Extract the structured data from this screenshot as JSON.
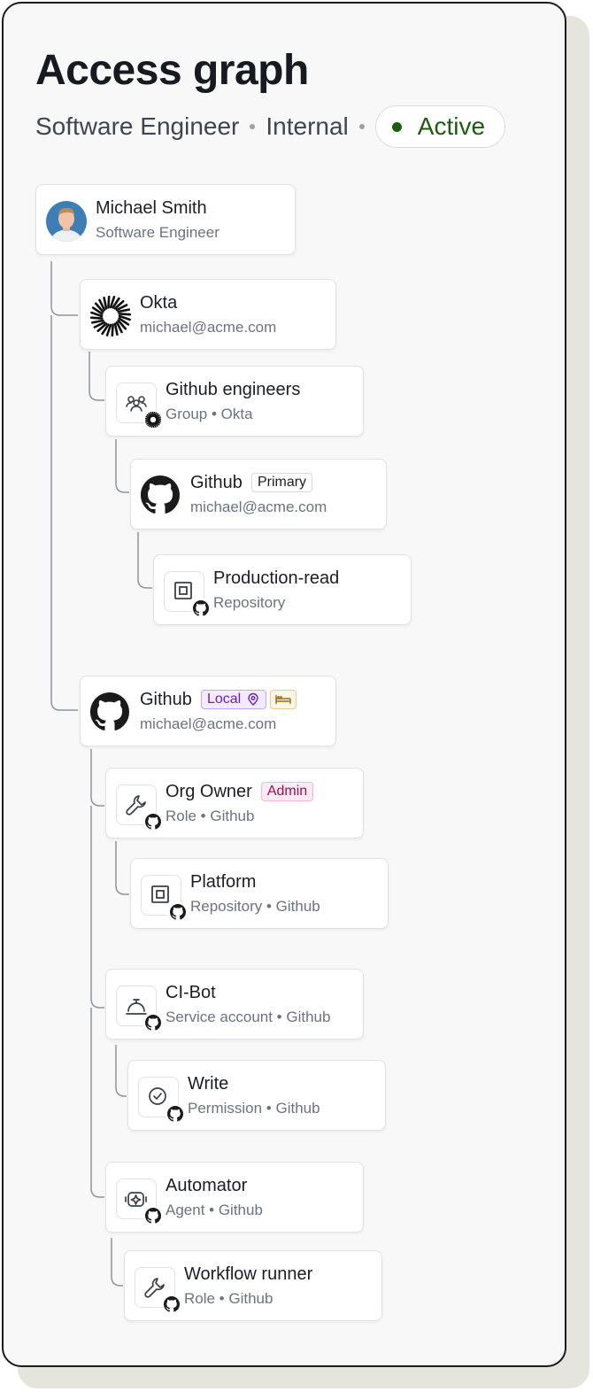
{
  "header": {
    "title": "Access graph",
    "role": "Software Engineer",
    "type": "Internal",
    "status": "Active"
  },
  "colors": {
    "status": "#1f5a12",
    "connector": "#8d949d",
    "local_tag": "#6a1fb8",
    "admin_tag": "#9a1050"
  },
  "nodes": {
    "user": {
      "name": "Michael Smith",
      "sub": "Software Engineer",
      "icon": "avatar"
    },
    "okta": {
      "name": "Okta",
      "sub": "michael@acme.com",
      "icon": "okta-logo-icon"
    },
    "group": {
      "name": "Github engineers",
      "sub": "Group • Okta",
      "icon": "people-group-icon"
    },
    "github1": {
      "name": "Github",
      "tag": "Primary",
      "sub": "michael@acme.com",
      "icon": "github-logo-icon"
    },
    "prodread": {
      "name": "Production-read",
      "sub": "Repository",
      "icon": "repository-icon"
    },
    "github2": {
      "name": "Github",
      "tag": "Local",
      "sub": "michael@acme.com",
      "icon": "github-logo-icon"
    },
    "orgowner": {
      "name": "Org Owner",
      "tag": "Admin",
      "sub": "Role • Github",
      "icon": "wrench-icon"
    },
    "platform": {
      "name": "Platform",
      "sub": "Repository • Github",
      "icon": "repository-icon"
    },
    "cibot": {
      "name": "CI-Bot",
      "sub": "Service account • Github",
      "icon": "service-bell-icon"
    },
    "write": {
      "name": "Write",
      "sub": "Permission • Github",
      "icon": "check-circle-icon"
    },
    "automator": {
      "name": "Automator",
      "sub": "Agent • Github",
      "icon": "robot-icon"
    },
    "workflow": {
      "name": "Workflow runner",
      "sub": "Role • Github",
      "icon": "wrench-icon"
    }
  }
}
